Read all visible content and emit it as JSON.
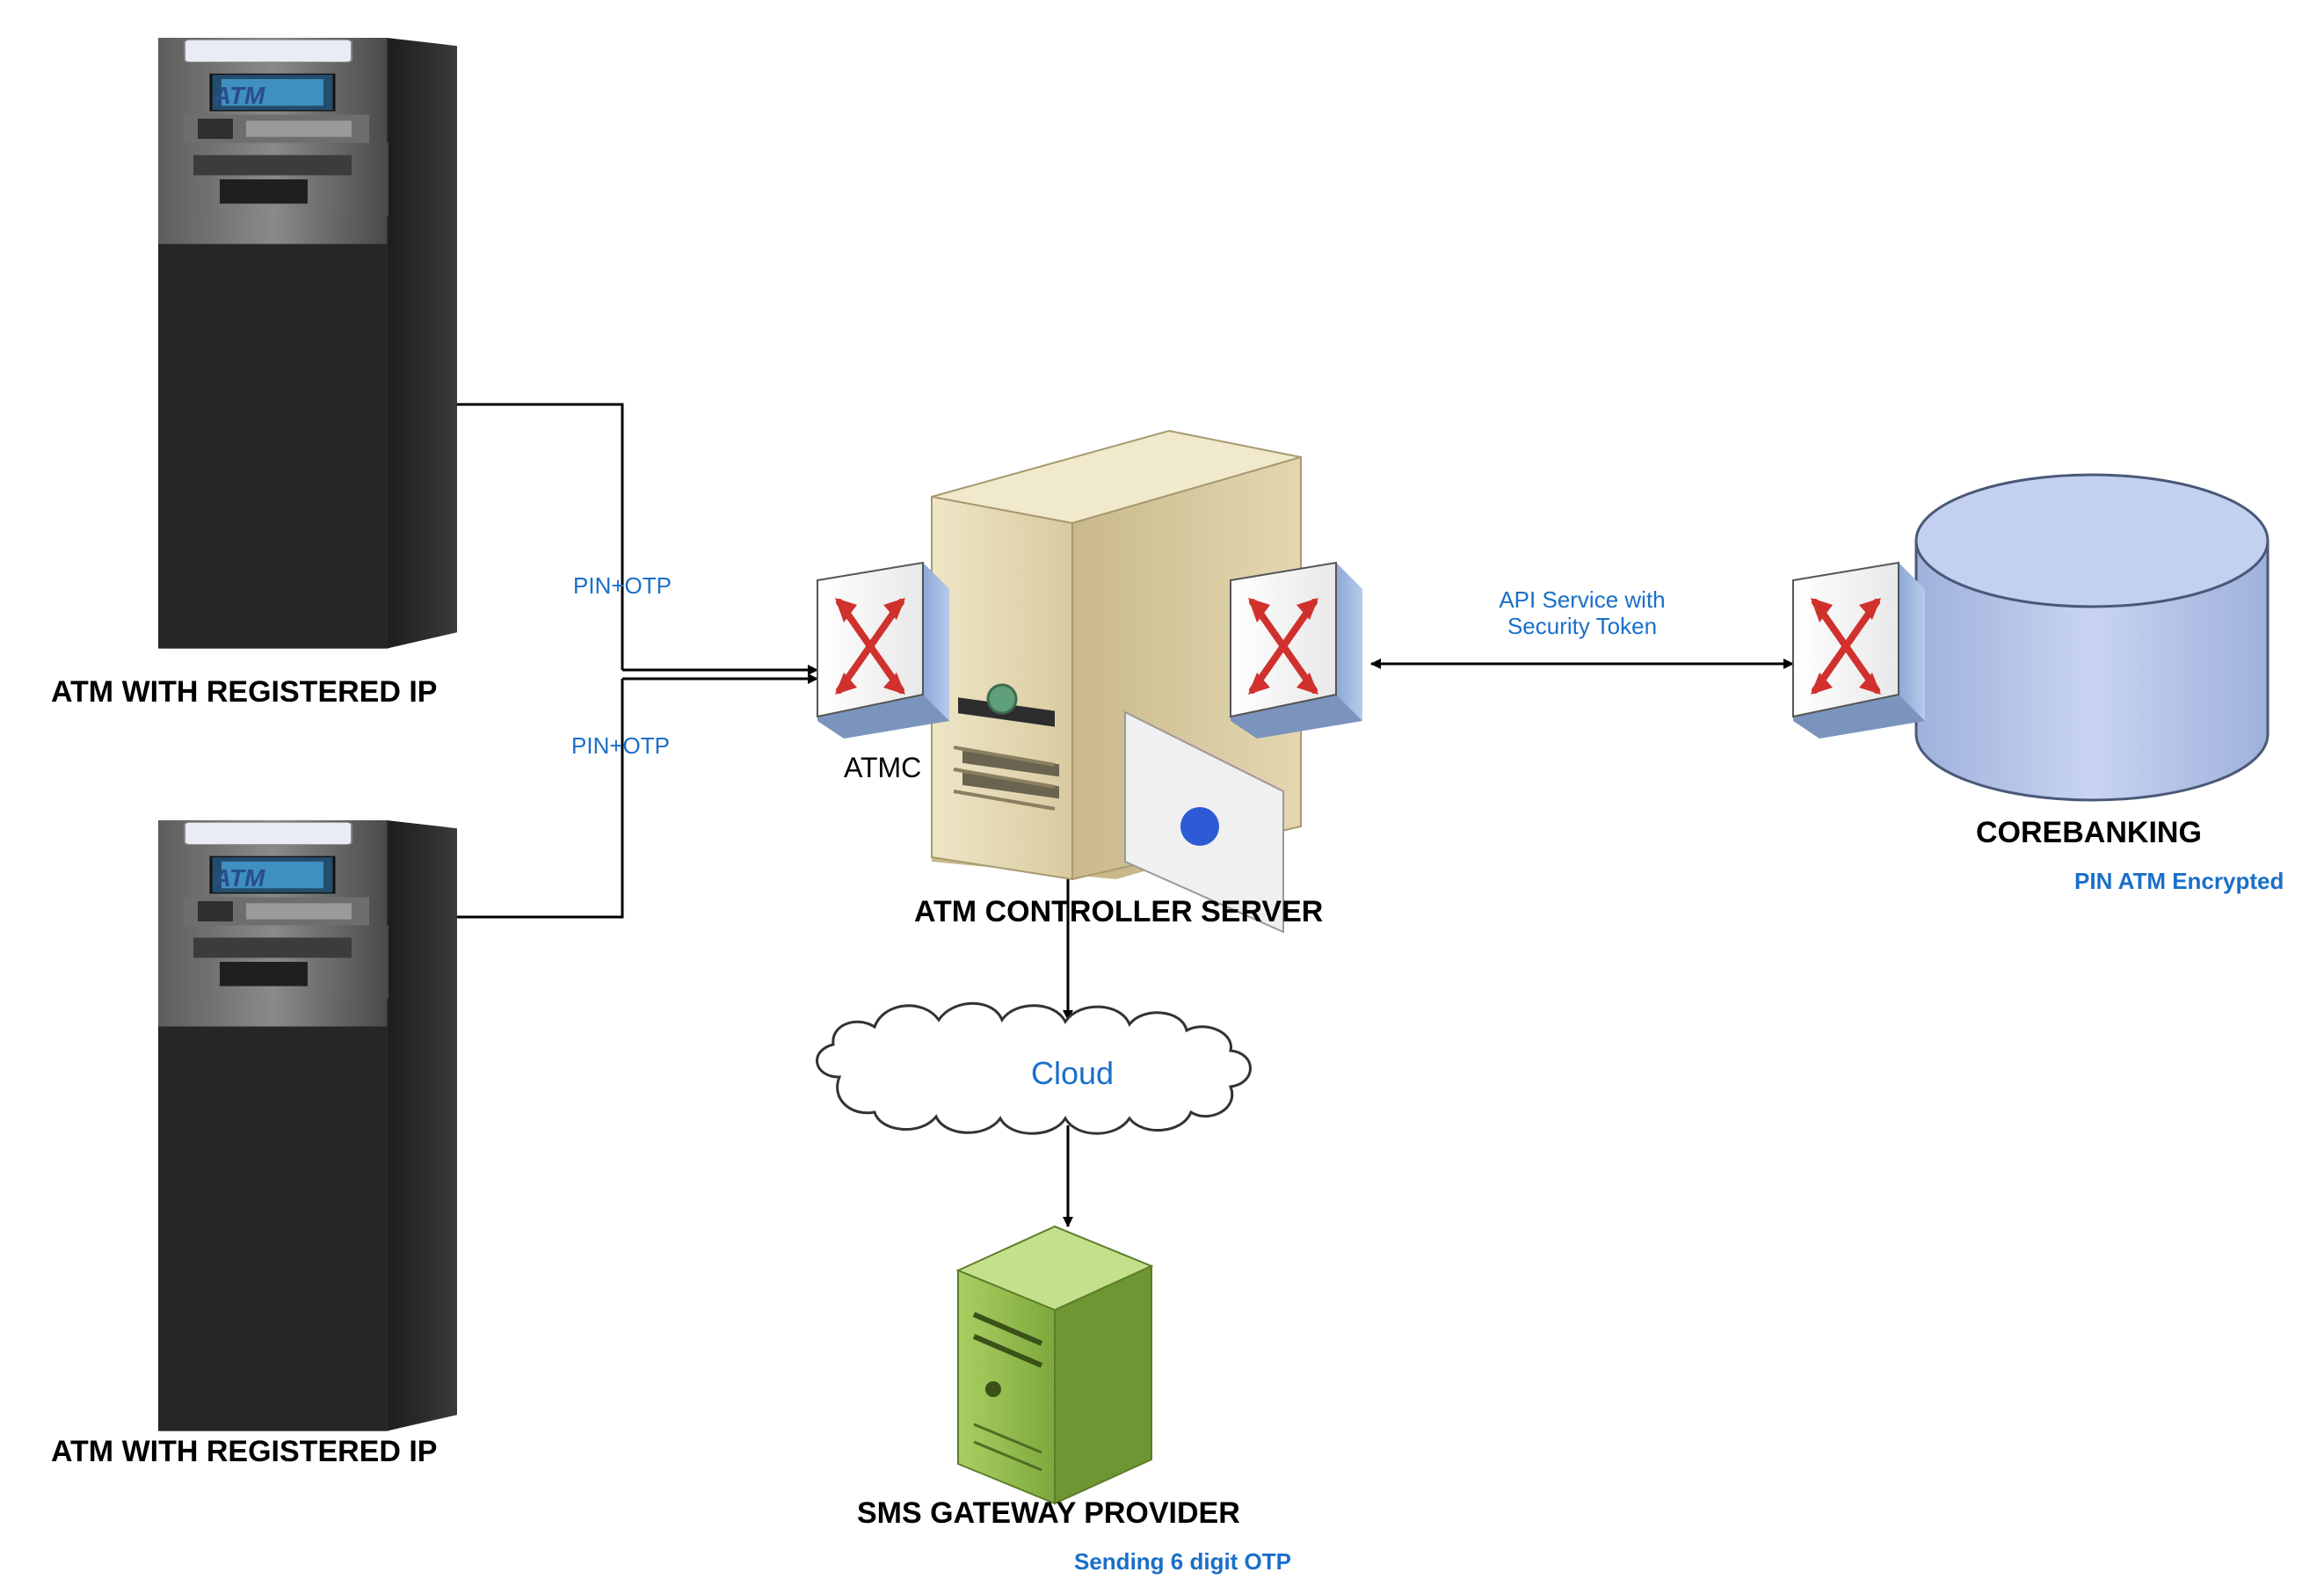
{
  "colors": {
    "text_dark": "#000000",
    "text_blue": "#1a6fc9",
    "atm_body": "#2a2a2a",
    "server_beige": "#e6dcb8",
    "sms_green": "#8db84a",
    "db_blue": "#b9c7e8",
    "switch_blue": "#a9c1e6",
    "switch_red": "#d0312d",
    "line": "#000000"
  },
  "nodes": {
    "atm_top": {
      "label": "ATM WITH REGISTERED IP",
      "screen_text": "ATM",
      "icon": "atm-machine-icon"
    },
    "atm_bottom": {
      "label": "ATM WITH REGISTERED IP",
      "screen_text": "ATM",
      "icon": "atm-machine-icon"
    },
    "controller": {
      "label": "ATM CONTROLLER SERVER",
      "short_label": "ATMC",
      "icon": "server-tower-icon"
    },
    "corebanking": {
      "label": "COREBANKING",
      "note": "PIN ATM Encrypted",
      "icon": "database-cylinder-icon"
    },
    "cloud": {
      "label": "Cloud",
      "icon": "cloud-icon"
    },
    "sms": {
      "label": "SMS GATEWAY PROVIDER",
      "note": "Sending 6 digit OTP",
      "icon": "sms-server-icon"
    }
  },
  "edges": {
    "atm_top_link": {
      "label": "PIN+OTP"
    },
    "atm_bottom_link": {
      "label": "PIN+OTP"
    },
    "core_link": {
      "label_line1": "API Service with",
      "label_line2": "Security Token"
    }
  }
}
